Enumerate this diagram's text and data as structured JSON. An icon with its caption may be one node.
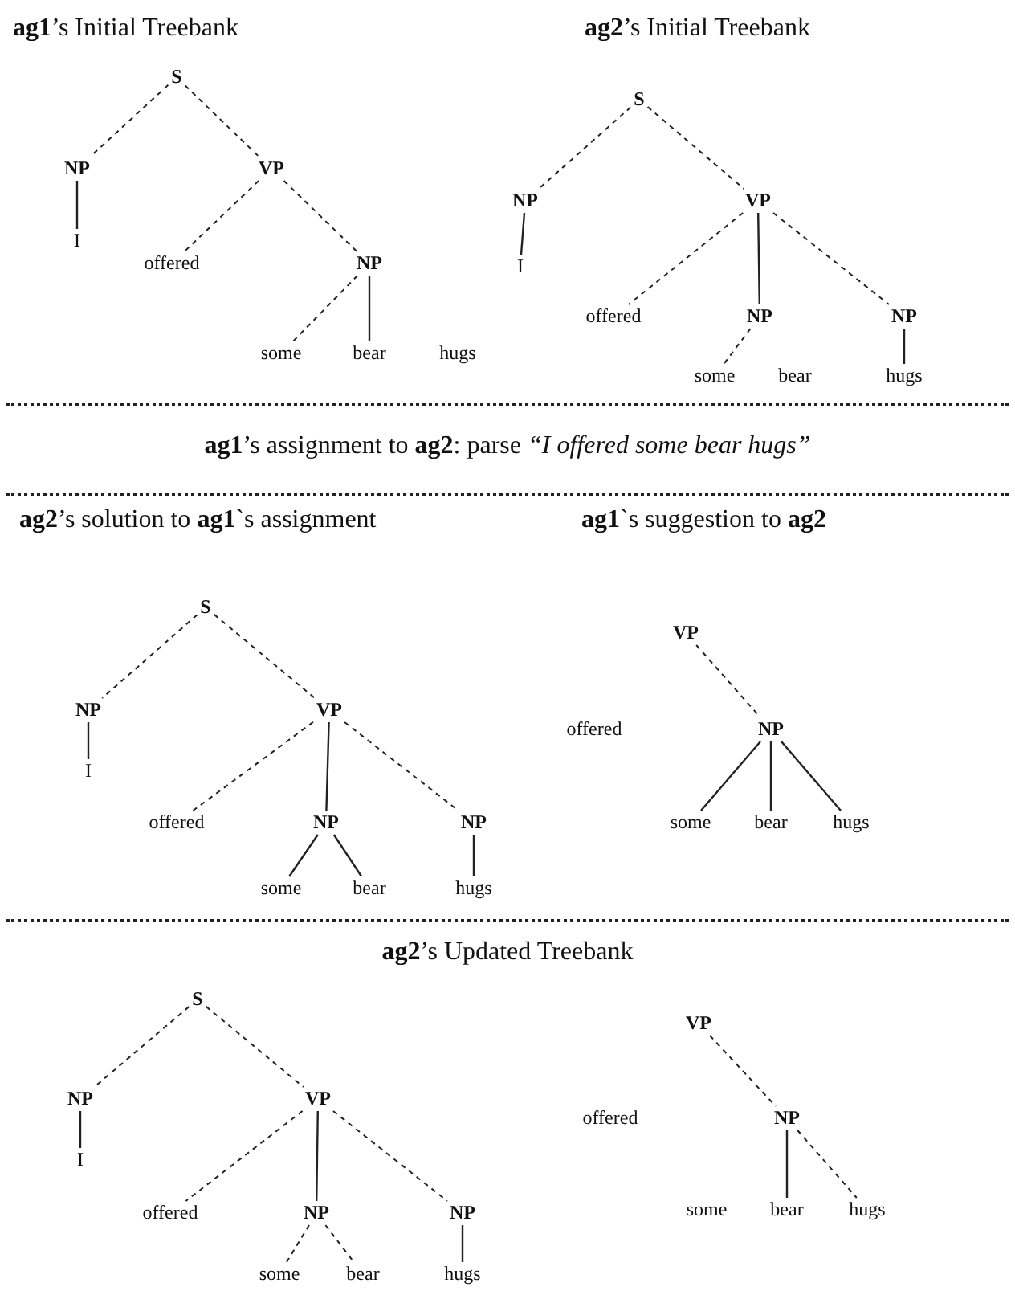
{
  "diagram": {
    "nodes": [
      {
        "text": [
          "S"
        ]
      },
      {
        "text": [
          "NP"
        ]
      },
      {
        "text": [
          "VP"
        ]
      },
      {
        "text": [
          "I"
        ]
      },
      {
        "text": [
          "offered"
        ]
      },
      {
        "text": [
          "NP"
        ]
      },
      {
        "text": [
          "some"
        ]
      },
      {
        "text": [
          "bear"
        ]
      },
      {
        "text": [
          "hugs"
        ]
      },
      {
        "text": [
          "S"
        ]
      },
      {
        "text": [
          "NP"
        ]
      },
      {
        "text": [
          "VP"
        ]
      },
      {
        "text": [
          "I"
        ]
      },
      {
        "text": [
          "offered"
        ]
      },
      {
        "text": [
          "NP"
        ]
      },
      {
        "text": [
          "NP"
        ]
      },
      {
        "text": [
          "some"
        ]
      },
      {
        "text": [
          "bear"
        ]
      },
      {
        "text": [
          "hugs"
        ]
      },
      {
        "text": [
          "S"
        ]
      },
      {
        "text": [
          "NP"
        ]
      },
      {
        "text": [
          "VP"
        ]
      },
      {
        "text": [
          "I"
        ]
      },
      {
        "text": [
          "offered"
        ]
      },
      {
        "text": [
          "NP"
        ]
      },
      {
        "text": [
          "NP"
        ]
      },
      {
        "text": [
          "some"
        ]
      },
      {
        "text": [
          "bear"
        ]
      },
      {
        "text": [
          "hugs"
        ]
      },
      {
        "text": [
          "VP"
        ]
      },
      {
        "text": [
          "offered"
        ]
      },
      {
        "text": [
          "NP"
        ]
      },
      {
        "text": [
          "some"
        ]
      },
      {
        "text": [
          "bear"
        ]
      },
      {
        "text": [
          "hugs"
        ]
      },
      {
        "text": [
          "S"
        ]
      },
      {
        "text": [
          "NP"
        ]
      },
      {
        "text": [
          "VP"
        ]
      },
      {
        "text": [
          "I"
        ]
      },
      {
        "text": [
          "offered"
        ]
      },
      {
        "text": [
          "NP"
        ]
      },
      {
        "text": [
          "NP"
        ]
      },
      {
        "text": [
          "some"
        ]
      },
      {
        "text": [
          "bear"
        ]
      },
      {
        "text": [
          "hugs"
        ]
      },
      {
        "text": [
          "VP"
        ]
      },
      {
        "text": [
          "offered"
        ]
      },
      {
        "text": [
          "NP"
        ]
      },
      {
        "text": [
          "some"
        ]
      },
      {
        "text": [
          "bear"
        ]
      },
      {
        "text": [
          "hugs"
        ]
      }
    ],
    "edges": [
      {
        "from": 0,
        "to": 1,
        "arrow": "none",
        "style": "dashed"
      },
      {
        "from": 0,
        "to": 2,
        "arrow": "none",
        "style": "dashed"
      },
      {
        "from": 1,
        "to": 3,
        "arrow": "none"
      },
      {
        "from": 2,
        "to": 4,
        "arrow": "none",
        "style": "dashed"
      },
      {
        "from": 2,
        "to": 5,
        "arrow": "none",
        "style": "dashed"
      },
      {
        "from": 5,
        "to": 6,
        "arrow": "none",
        "style": "dashed"
      },
      {
        "from": 5,
        "to": 7,
        "arrow": "none"
      },
      {
        "from": 9,
        "to": 10,
        "arrow": "none",
        "style": "dashed"
      },
      {
        "from": 9,
        "to": 11,
        "arrow": "none",
        "style": "dashed"
      },
      {
        "from": 10,
        "to": 12,
        "arrow": "none"
      },
      {
        "from": 11,
        "to": 13,
        "arrow": "none",
        "style": "dashed"
      },
      {
        "from": 11,
        "to": 14,
        "arrow": "none"
      },
      {
        "from": 11,
        "to": 15,
        "arrow": "none",
        "style": "dashed"
      },
      {
        "from": 14,
        "to": 16,
        "arrow": "none",
        "style": "dashed"
      },
      {
        "from": 15,
        "to": 18,
        "arrow": "none"
      },
      {
        "from": 19,
        "to": 20,
        "arrow": "none",
        "style": "dashed"
      },
      {
        "from": 19,
        "to": 21,
        "arrow": "none",
        "style": "dashed"
      },
      {
        "from": 20,
        "to": 22,
        "arrow": "none"
      },
      {
        "from": 21,
        "to": 23,
        "arrow": "none",
        "style": "dashed"
      },
      {
        "from": 21,
        "to": 24,
        "arrow": "none"
      },
      {
        "from": 21,
        "to": 25,
        "arrow": "none",
        "style": "dashed"
      },
      {
        "from": 24,
        "to": 26,
        "arrow": "none"
      },
      {
        "from": 24,
        "to": 27,
        "arrow": "none"
      },
      {
        "from": 25,
        "to": 28,
        "arrow": "none"
      },
      {
        "from": 29,
        "to": 31,
        "arrow": "none",
        "style": "dashed"
      },
      {
        "from": 31,
        "to": 32,
        "arrow": "none"
      },
      {
        "from": 31,
        "to": 33,
        "arrow": "none"
      },
      {
        "from": 31,
        "to": 34,
        "arrow": "none"
      },
      {
        "from": 35,
        "to": 36,
        "arrow": "none",
        "style": "dashed"
      },
      {
        "from": 35,
        "to": 37,
        "arrow": "none",
        "style": "dashed"
      },
      {
        "from": 36,
        "to": 38,
        "arrow": "none"
      },
      {
        "from": 37,
        "to": 39,
        "arrow": "none",
        "style": "dashed"
      },
      {
        "from": 37,
        "to": 40,
        "arrow": "none"
      },
      {
        "from": 37,
        "to": 41,
        "arrow": "none",
        "style": "dashed"
      },
      {
        "from": 40,
        "to": 42,
        "arrow": "none",
        "style": "dashed"
      },
      {
        "from": 40,
        "to": 43,
        "arrow": "none",
        "style": "dashed"
      },
      {
        "from": 41,
        "to": 44,
        "arrow": "none"
      },
      {
        "from": 45,
        "to": 47,
        "arrow": "none",
        "style": "dashed"
      },
      {
        "from": 47,
        "to": 49,
        "arrow": "none"
      },
      {
        "from": 47,
        "to": 50,
        "arrow": "none",
        "style": "dashed"
      }
    ],
    "labels": [
      "**ag1**’s Initial Treebank",
      "**ag2**’s Initial Treebank",
      "**ag1**’s assignment to **ag2**: parse *“I offered some bear hugs”*",
      "**ag2**’s solution to **ag1**`s assignment",
      "**ag1**`s suggestion to **ag2**",
      "**ag2**’s Updated Treebank"
    ]
  }
}
